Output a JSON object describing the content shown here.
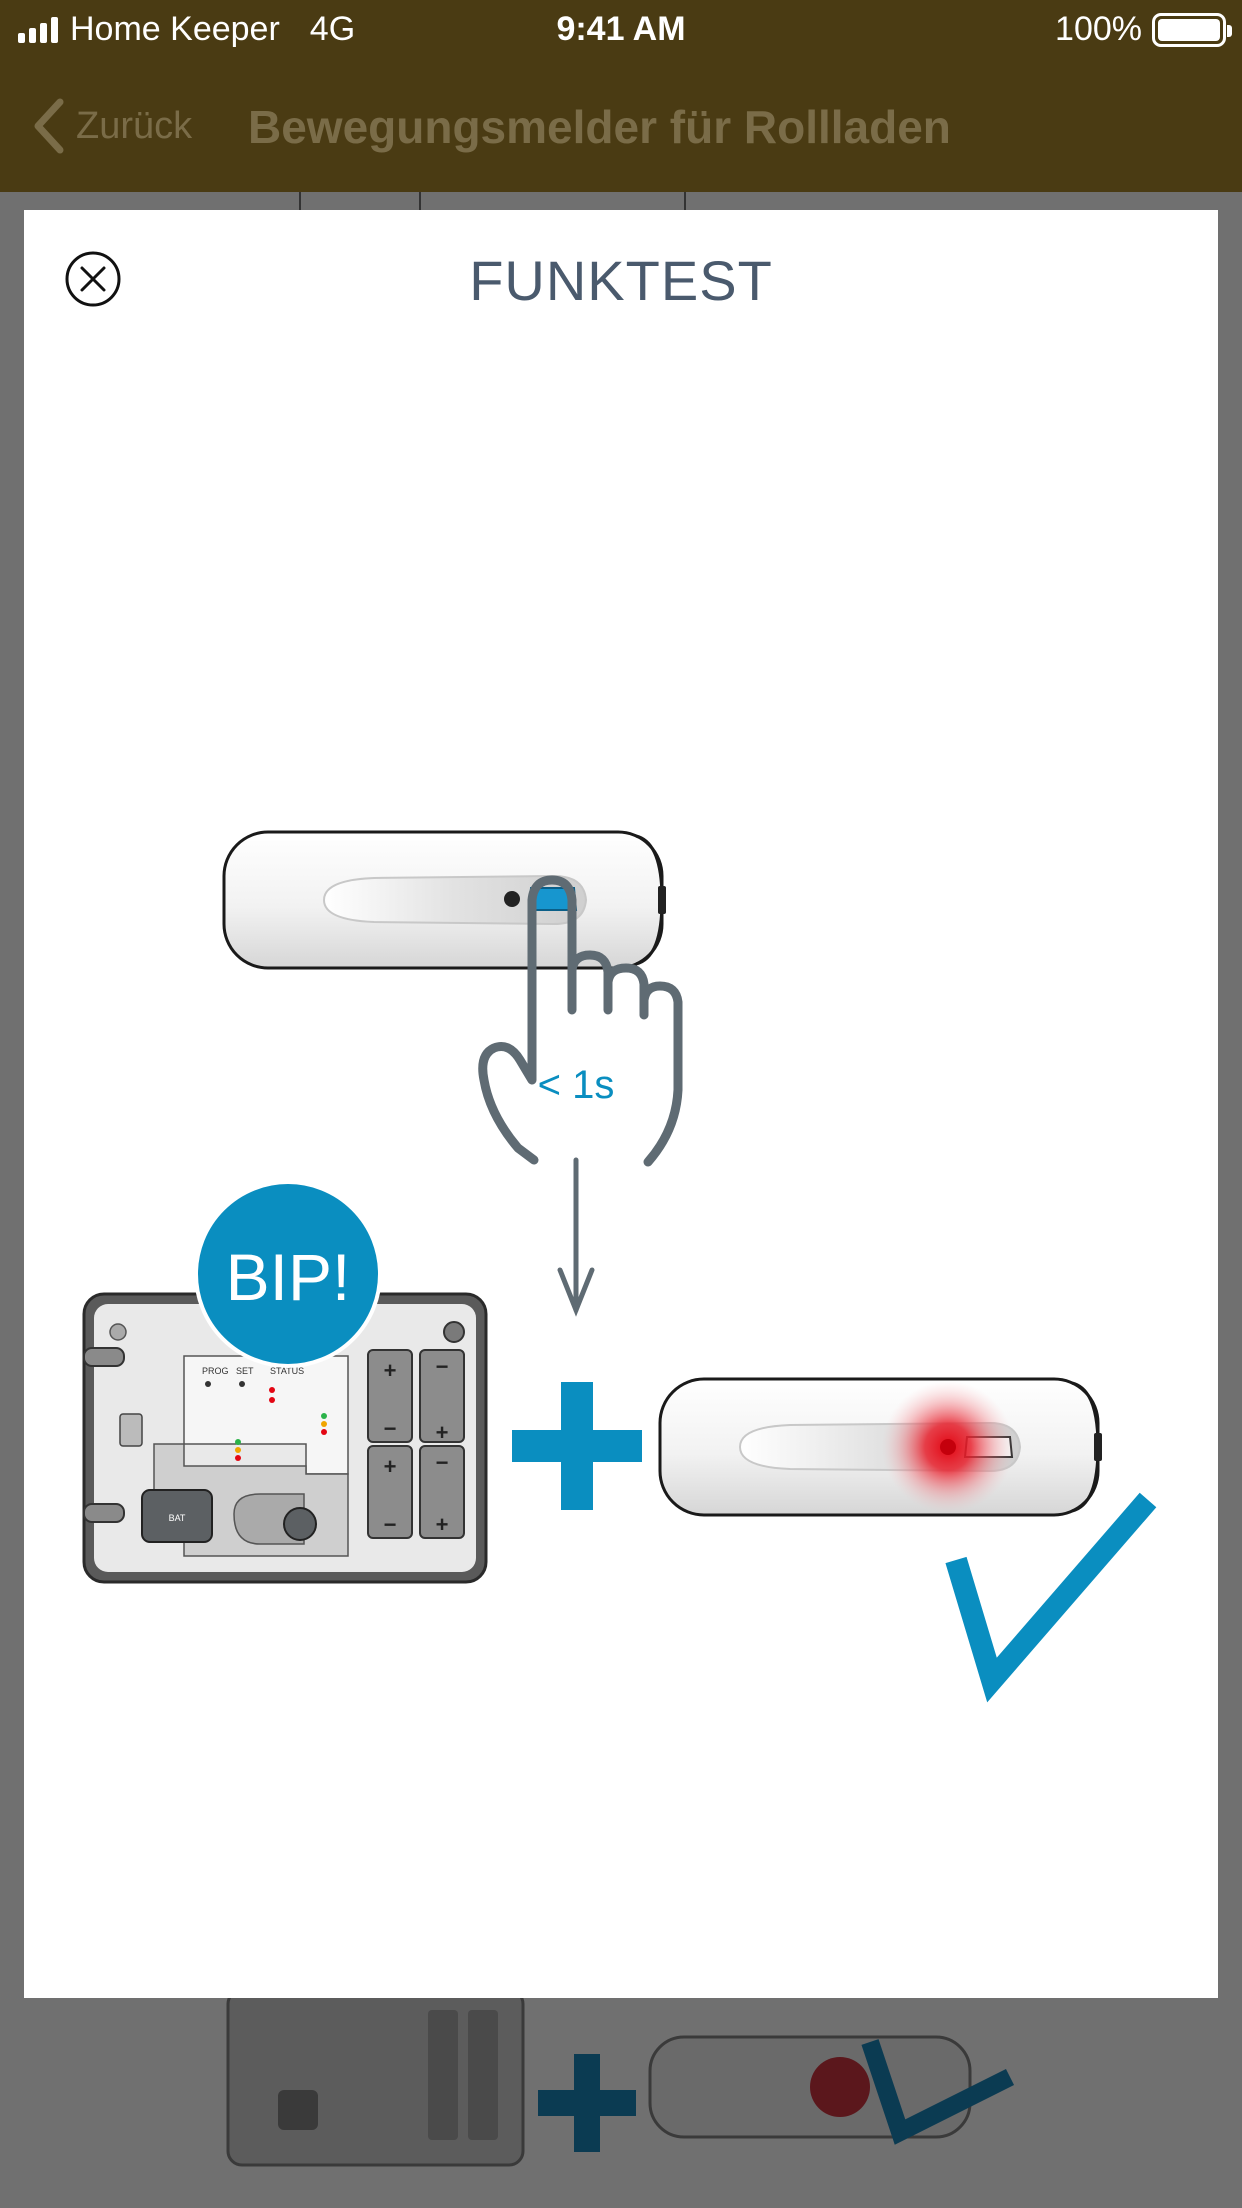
{
  "status_bar": {
    "carrier": "Home Keeper",
    "network": "4G",
    "time": "9:41 AM",
    "battery": "100%"
  },
  "nav": {
    "back_label": "Zurück",
    "title": "Bewegungsmelder für Rollladen"
  },
  "modal": {
    "title": "FUNKTEST",
    "close_icon": "close-circle-icon"
  },
  "illustration": {
    "press_label": "< 1s",
    "beep_label": "BIP!",
    "base_labels": {
      "prog": "PROG",
      "set": "SET",
      "status": "STATUS",
      "bat": "BAT"
    },
    "colors": {
      "accent": "#0a8ec0",
      "led_red": "#e30613",
      "hand_gray": "#5f6b73"
    }
  }
}
